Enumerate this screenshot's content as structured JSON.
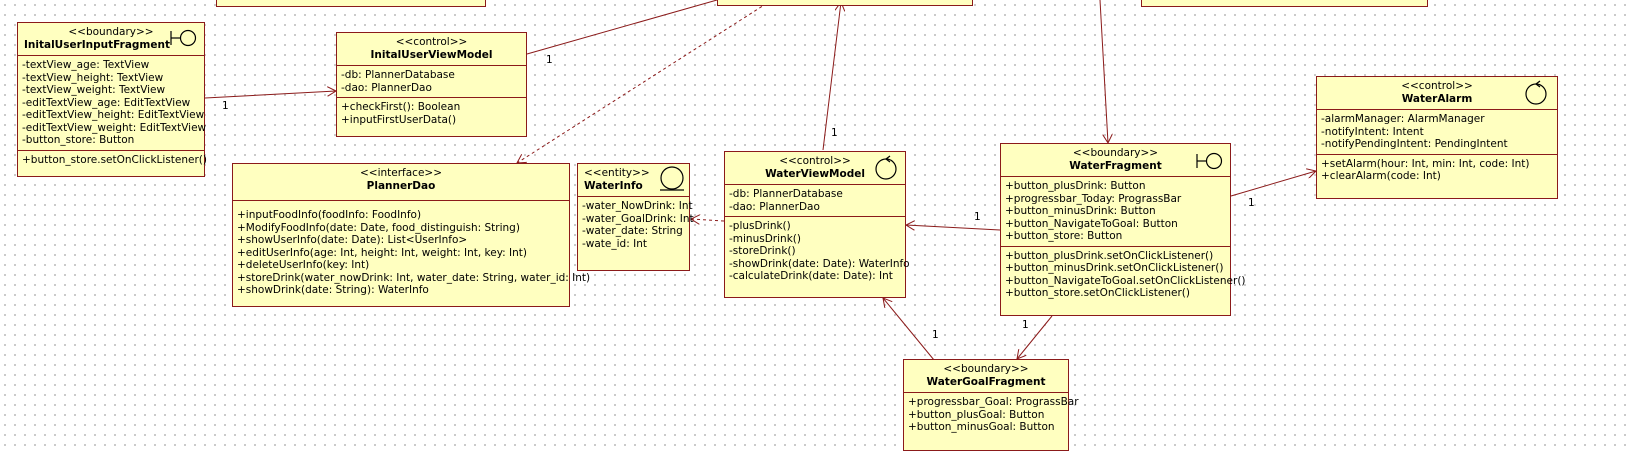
{
  "classes": {
    "inital_user_input_fragment": {
      "stereotype": "<<boundary>>",
      "name": "InitalUserInputFragment",
      "attributes": [
        "-textView_age: TextView",
        "-textView_height: TextView",
        "-textView_weight: TextView",
        "-editTextView_age: EditTextView",
        "-editTextView_height: EditTextView",
        "-editTextView_weight: EditTextView",
        "-button_store: Button"
      ],
      "operations": [
        "+button_store.setOnClickListener()"
      ]
    },
    "inital_user_view_model": {
      "stereotype": "<<control>>",
      "name": "InitalUserViewModel",
      "attributes": [
        "-db: PlannerDatabase",
        "-dao: PlannerDao"
      ],
      "operations": [
        "+checkFirst(): Boolean",
        "+inputFirstUserData()"
      ]
    },
    "planner_dao": {
      "stereotype": "<<interface>>",
      "name": "PlannerDao",
      "operations": [
        "+inputFoodInfo(foodInfo: FoodInfo)",
        "+ModifyFoodInfo(date: Date, food_distinguish: String)",
        "+showUserInfo(date: Date): List<UserInfo>",
        "+editUserInfo(age: Int, height: Int, weight: Int, key: Int)",
        "+deleteUserInfo(key: Int)",
        "+storeDrink(water_nowDrink: Int, water_date: String, water_id: Int)",
        "+showDrink(date: String): WaterInfo"
      ]
    },
    "water_info": {
      "stereotype": "<<entity>>",
      "name": "WaterInfo",
      "attributes": [
        "-water_NowDrink: Int",
        "-water_GoalDrink: Int",
        "-water_date: String",
        "-wate_id: Int"
      ]
    },
    "water_view_model": {
      "stereotype": "<<control>>",
      "name": "WaterViewModel",
      "attributes": [
        "-db: PlannerDatabase",
        "-dao: PlannerDao"
      ],
      "operations": [
        "-plusDrink()",
        "-minusDrink()",
        "-storeDrink()",
        "-showDrink(date: Date): WaterInfo",
        "-calculateDrink(date: Date): Int"
      ]
    },
    "water_fragment": {
      "stereotype": "<<boundary>>",
      "name": "WaterFragment",
      "attributes": [
        "+button_plusDrink: Button",
        "+progressbar_Today: PrograssBar",
        "+button_minusDrink: Button",
        "+button_NavigateToGoal: Button",
        "+button_store: Button"
      ],
      "operations": [
        "+button_plusDrink.setOnClickListener()",
        "+button_minusDrink.setOnClickListener()",
        "+button_NavigateToGoal.setOnClickListener()",
        "+button_store.setOnClickListener()"
      ]
    },
    "water_alarm": {
      "stereotype": "<<control>>",
      "name": "WaterAlarm",
      "attributes": [
        "-alarmManager: AlarmManager",
        "-notifyIntent: Intent",
        "-notifyPendingIntent: PendingIntent"
      ],
      "operations": [
        "+setAlarm(hour: Int, min: Int, code: Int)",
        "+clearAlarm(code: Int)"
      ]
    },
    "water_goal_fragment": {
      "stereotype": "<<boundary>>",
      "name": "WaterGoalFragment",
      "attributes": [
        "+progressbar_Goal: PrograssBar",
        "+button_plusGoal: Button",
        "+button_minusGoal: Button"
      ]
    }
  },
  "multiplicities": {
    "input_to_viewmodel": "1",
    "viewmodel_to_top": "1",
    "waterviewmodel_to_top": "1",
    "fragment_to_waterviewmodel": "1",
    "fragment_to_alarm": "1",
    "fragment_to_goal": "1",
    "goal_to_waterviewmodel": "1"
  },
  "colors": {
    "line": "#8b1a1a",
    "class_fill": "#ffffc0"
  }
}
